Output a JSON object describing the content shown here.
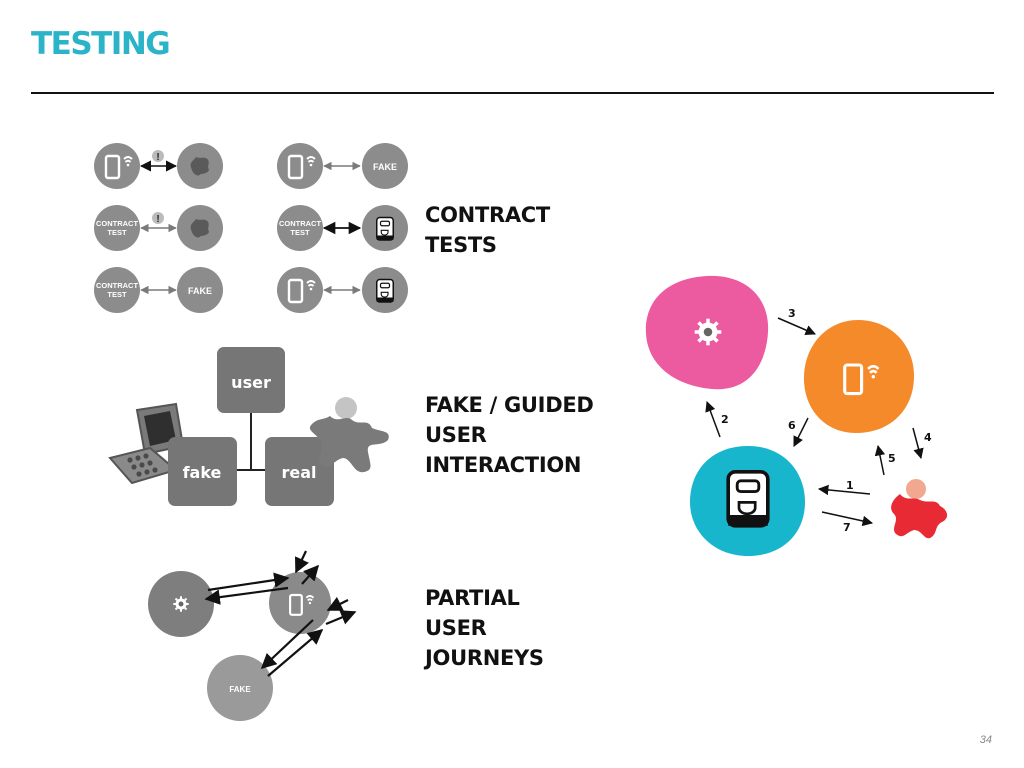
{
  "slide": {
    "title": "TESTING",
    "page_number": "34",
    "colors": {
      "title": "#2bb3c8",
      "grey": "#8c8c8c",
      "pink": "#ec5aa0",
      "orange": "#f58a2b",
      "cyan": "#18b6cc",
      "red": "#e82a35"
    }
  },
  "sections": [
    {
      "lines": [
        "CONTRACT",
        "TESTS"
      ]
    },
    {
      "lines": [
        "FAKE / GUIDED",
        "USER",
        "INTERACTION"
      ]
    },
    {
      "lines": [
        "PARTIAL",
        "USER",
        "JOURNEYS"
      ]
    }
  ],
  "contract_tests": {
    "contract_label": [
      "CONTRACT",
      "TEST"
    ],
    "fake_label": "FAKE",
    "warning_mark": "!"
  },
  "guided": {
    "user": "user",
    "fake": "fake",
    "real": "real"
  },
  "journeys": {
    "fake_label": "FAKE"
  },
  "flow": {
    "steps": [
      "1",
      "2",
      "3",
      "4",
      "5",
      "6",
      "7"
    ]
  }
}
